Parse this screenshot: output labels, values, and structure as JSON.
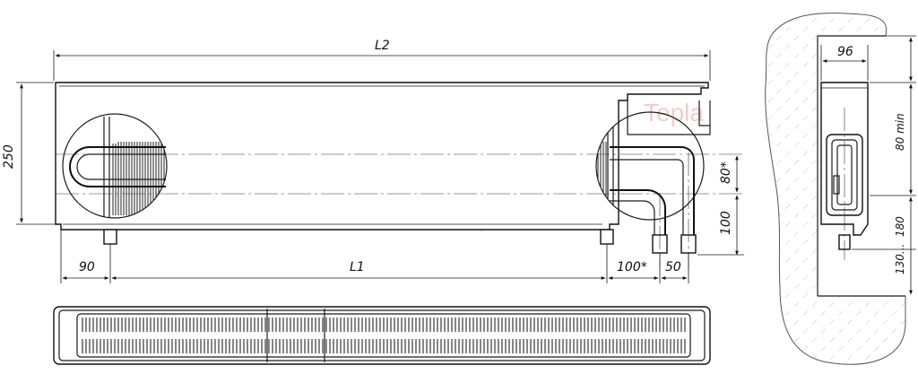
{
  "watermark": "Tepla",
  "dimensions": {
    "L2": "L2",
    "L1": "L1",
    "h250": "250",
    "d90": "90",
    "d100star_bottom": "100*",
    "d50": "50",
    "d80star": "80*",
    "d100": "100",
    "d96": "96",
    "d80min": "80 min",
    "d180": "180",
    "d130": "130...",
    "d130_tail": "..."
  }
}
